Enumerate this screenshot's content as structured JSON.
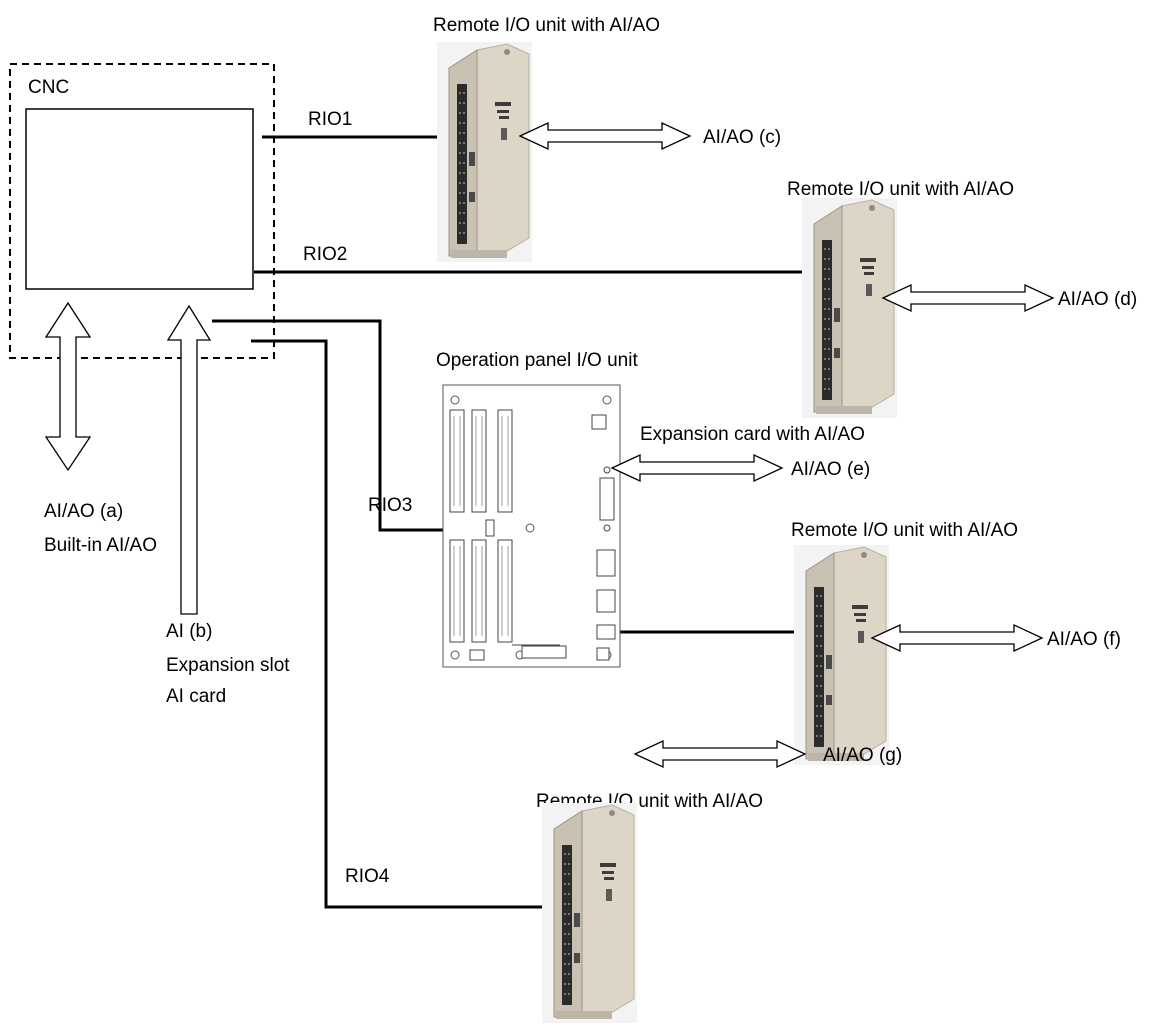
{
  "cnc": {
    "label": "CNC",
    "builtin_label": "AI/AO (a)",
    "builtin_caption": "Built-in AI/AO",
    "slot_label": "AI (b)",
    "slot_caption_1": "Expansion slot",
    "slot_caption_2": "AI card"
  },
  "links": {
    "rio1": "RIO1",
    "rio2": "RIO2",
    "rio3": "RIO3",
    "rio4": "RIO4"
  },
  "units": {
    "c": {
      "title": "Remote I/O unit with AI/AO",
      "io": "AI/AO (c)"
    },
    "d": {
      "title": "Remote I/O unit with AI/AO",
      "io": "AI/AO (d)"
    },
    "f": {
      "title": "Remote I/O unit with AI/AO",
      "io": "AI/AO (f)"
    },
    "g": {
      "title": "Remote I/O unit with AI/AO",
      "io": "AI/AO (g)"
    }
  },
  "panel": {
    "title": "Operation panel I/O unit",
    "expansion_title": "Expansion card with AI/AO",
    "io": "AI/AO (e)"
  },
  "colors": {
    "line": "#000000",
    "module_body": "#d9d2c3",
    "module_side": "#ece7dc",
    "module_face": "#9a9488",
    "connector": "#2a2a2a",
    "photo_bg": "#efefef"
  }
}
